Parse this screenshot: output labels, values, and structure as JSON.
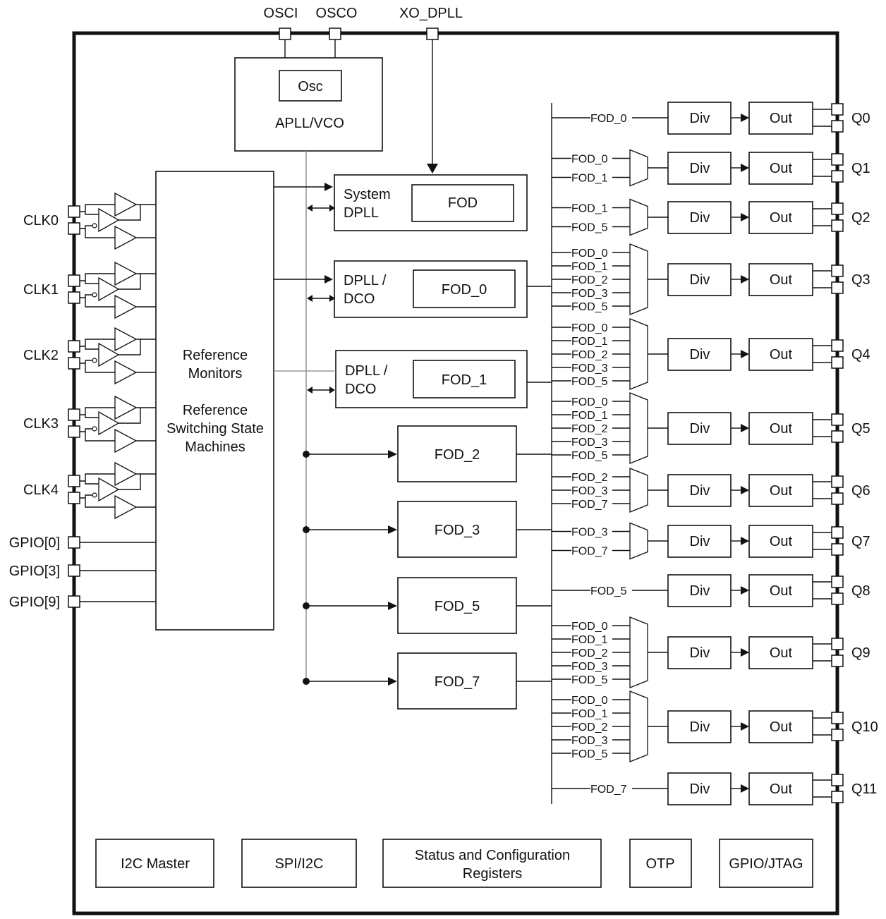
{
  "pins_top": {
    "osci": "OSCI",
    "osco": "OSCO",
    "xo_dpll": "XO_DPLL"
  },
  "apll": {
    "osc": "Osc",
    "title": "APLL/VCO"
  },
  "ref_monitor": {
    "line1": "Reference",
    "line2": "Monitors",
    "line3": "Reference",
    "line4": "Switching State",
    "line5": "Machines"
  },
  "inputs": {
    "clocks": [
      "CLK0",
      "CLK1",
      "CLK2",
      "CLK3",
      "CLK4"
    ],
    "gpios": [
      "GPIO[0]",
      "GPIO[3]",
      "GPIO[9]"
    ]
  },
  "dplls": [
    {
      "line1": "System",
      "line2": "DPLL",
      "fod": "FOD"
    },
    {
      "line1": "DPLL /",
      "line2": "DCO",
      "fod": "FOD_0"
    },
    {
      "line1": "DPLL /",
      "line2": "DCO",
      "fod": "FOD_1"
    }
  ],
  "fods": [
    "FOD_2",
    "FOD_3",
    "FOD_5",
    "FOD_7"
  ],
  "outputs": [
    {
      "q": "Q0",
      "div": "Div",
      "out": "Out",
      "sources": [
        "FOD_0"
      ]
    },
    {
      "q": "Q1",
      "div": "Div",
      "out": "Out",
      "sources": [
        "FOD_0",
        "FOD_1"
      ]
    },
    {
      "q": "Q2",
      "div": "Div",
      "out": "Out",
      "sources": [
        "FOD_1",
        "FOD_5"
      ]
    },
    {
      "q": "Q3",
      "div": "Div",
      "out": "Out",
      "sources": [
        "FOD_0",
        "FOD_1",
        "FOD_2",
        "FOD_3",
        "FOD_5"
      ]
    },
    {
      "q": "Q4",
      "div": "Div",
      "out": "Out",
      "sources": [
        "FOD_0",
        "FOD_1",
        "FOD_2",
        "FOD_3",
        "FOD_5"
      ]
    },
    {
      "q": "Q5",
      "div": "Div",
      "out": "Out",
      "sources": [
        "FOD_0",
        "FOD_1",
        "FOD_2",
        "FOD_3",
        "FOD_5"
      ]
    },
    {
      "q": "Q6",
      "div": "Div",
      "out": "Out",
      "sources": [
        "FOD_2",
        "FOD_3",
        "FOD_7"
      ]
    },
    {
      "q": "Q7",
      "div": "Div",
      "out": "Out",
      "sources": [
        "FOD_3",
        "FOD_7"
      ]
    },
    {
      "q": "Q8",
      "div": "Div",
      "out": "Out",
      "sources": [
        "FOD_5"
      ]
    },
    {
      "q": "Q9",
      "div": "Div",
      "out": "Out",
      "sources": [
        "FOD_0",
        "FOD_1",
        "FOD_2",
        "FOD_3",
        "FOD_5"
      ]
    },
    {
      "q": "Q10",
      "div": "Div",
      "out": "Out",
      "sources": [
        "FOD_0",
        "FOD_1",
        "FOD_2",
        "FOD_3",
        "FOD_5"
      ]
    },
    {
      "q": "Q11",
      "div": "Div",
      "out": "Out",
      "sources": [
        "FOD_7"
      ]
    }
  ],
  "bottom_blocks": {
    "i2c_master": "I2C Master",
    "spi_i2c": "SPI/I2C",
    "status_line1": "Status and Configuration",
    "status_line2": "Registers",
    "otp": "OTP",
    "gpio_jtag": "GPIO/JTAG"
  }
}
